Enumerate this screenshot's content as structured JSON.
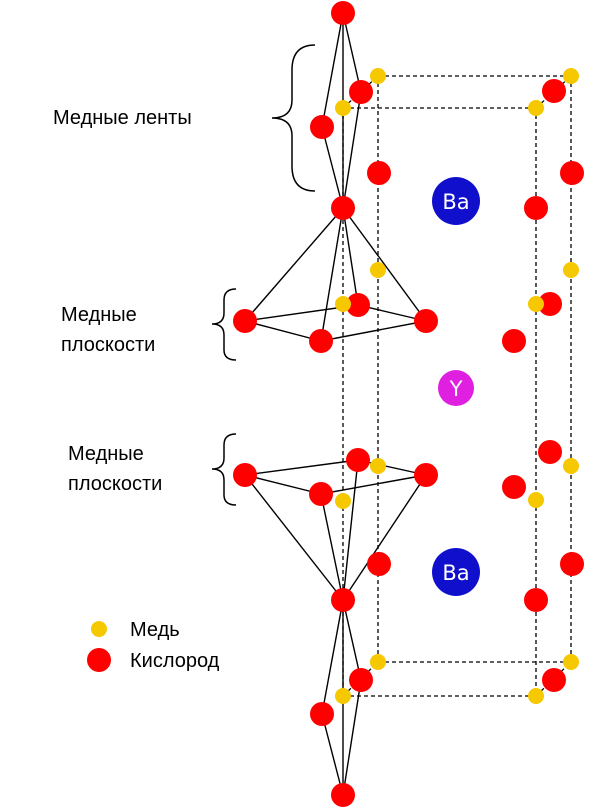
{
  "labels": {
    "copper_chains": "Медные ленты",
    "copper_planes_1_line1": "Медные",
    "copper_planes_1_line2": "плоскости",
    "copper_planes_2_line1": "Медные",
    "copper_planes_2_line2": "плоскости"
  },
  "ions": {
    "ba_top": "Ba",
    "y_center": "Y",
    "ba_bottom": "Ba"
  },
  "legend": {
    "copper": "Медь",
    "oxygen": "Кислород"
  },
  "colors": {
    "copper": "#f5c800",
    "oxygen": "#ff0000",
    "barium": "#1010cc",
    "yttrium": "#e020e0",
    "lines": "#000000"
  }
}
